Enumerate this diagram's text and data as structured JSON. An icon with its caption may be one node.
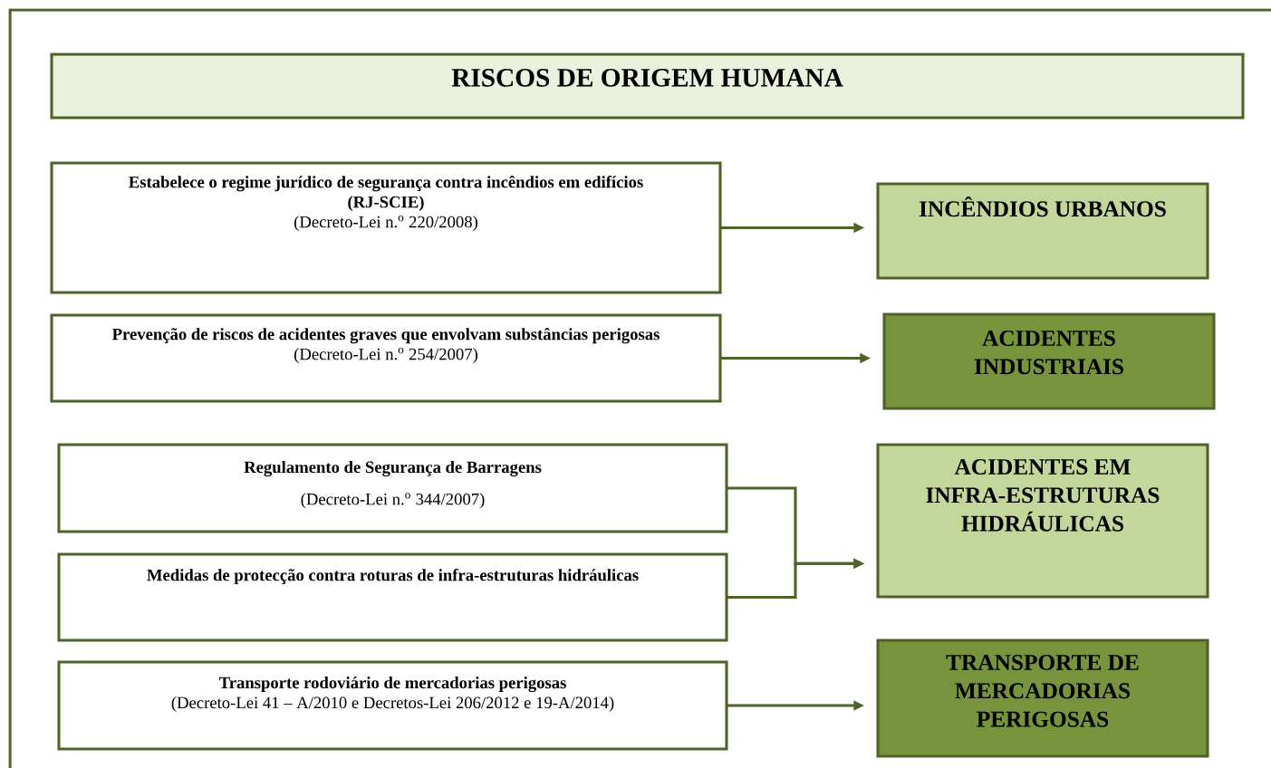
{
  "diagram": {
    "nodes": [
      {
        "text": [
          "RISCOS DE ORIGEM HUMANA"
        ]
      },
      {
        "text": [
          "Estabelece o regime jurídico de segurança contra incêndios em edifícios (RJ-SCIE)",
          "(Decreto-Lei n.$^{o}$ 220/2008)"
        ]
      },
      {
        "text": [
          "INCÊNDIOS URBANOS"
        ]
      },
      {
        "text": [
          "Prevenção de riscos de acidentes graves que envolvam substâncias perigosas",
          "(Decreto-Lei n.$^{o}$ 254/2007)"
        ]
      },
      {
        "text": [
          "ACIDENTES INDUSTRIAIS"
        ]
      },
      {
        "text": [
          "Regulamento de Segurança de Barragens",
          "(Decreto-Lei n.$^{o}$ 344/2007)"
        ]
      },
      {
        "text": [
          "Medidas de protecção contra roturas de infra-estruturas hidráulicas"
        ]
      },
      {
        "text": [
          "ACIDENTES EM INFRA-ESTRUTURAS HIDRÁULICAS"
        ]
      },
      {
        "text": [
          "Transporte rodoviário de mercadorias perigosas",
          "(Decreto-Lei 41 – A/2010 e Decretos-Lei 206/2012 e 19-A/2014)"
        ]
      },
      {
        "text": [
          "TRANSPORTE DE MERCADORIAS PERIGOSAS"
        ]
      }
    ],
    "edges": [
      {
        "from": 1,
        "to": 2,
        "arrow": "to"
      },
      {
        "from": 3,
        "to": 4,
        "arrow": "to"
      },
      {
        "from": 5,
        "to": 7,
        "arrow": "to"
      },
      {
        "from": 6,
        "to": 7,
        "arrow": "to"
      },
      {
        "from": 8,
        "to": 9,
        "arrow": "to"
      }
    ]
  }
}
